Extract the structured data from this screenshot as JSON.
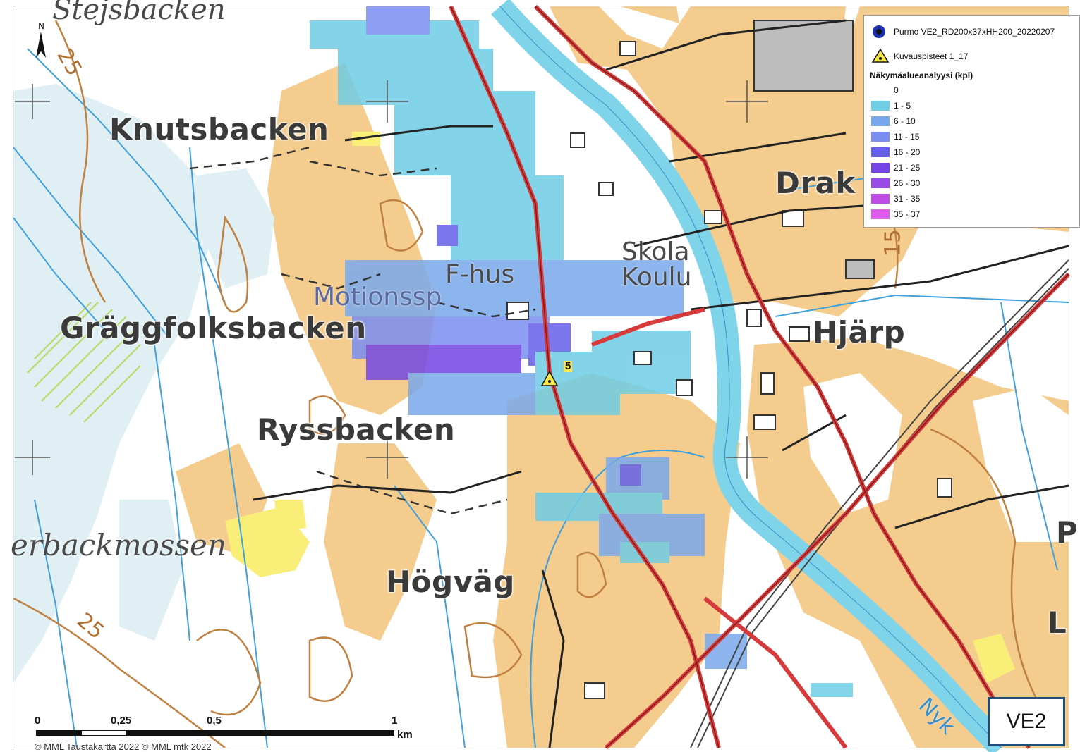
{
  "legend": {
    "project_layer": "Purmo VE2_RD200x37xHH200_20220207",
    "photo_points_layer": "Kuvauspisteet 1_17",
    "analysis_title": "Näkymäalueanalyysi (kpl)",
    "classes": [
      {
        "label": "0",
        "color": "#ffffff"
      },
      {
        "label": "1 - 5",
        "color": "#6fcde6"
      },
      {
        "label": "6 - 10",
        "color": "#79a9ec"
      },
      {
        "label": "11 - 15",
        "color": "#7b8ef0"
      },
      {
        "label": "16 - 20",
        "color": "#6660ea"
      },
      {
        "label": "21 - 25",
        "color": "#7445e4"
      },
      {
        "label": "26 - 30",
        "color": "#9a4ae6"
      },
      {
        "label": "31 - 35",
        "color": "#c04ce8"
      },
      {
        "label": "35 - 37",
        "color": "#de5bee"
      }
    ]
  },
  "place_names": {
    "stejsbacken": "Stejsbacken",
    "knutsbacken": "Knutsbacken",
    "draken": "Drak",
    "skola": "Skola",
    "koulu": "Koulu",
    "fhus": "F-hus",
    "motionsspar": "Motionssp",
    "graggfolksbacken": "Gräggfolksbacken",
    "hjarp": "Hjärp",
    "ryssbacken": "Ryssbacken",
    "erbackmossen": "erbackmossen",
    "hogvag": "Högväg",
    "edge_p": "P",
    "edge_l": "L",
    "nyk": "Nyk"
  },
  "contour_labels": {
    "c1": "25",
    "c2": "25",
    "c3": "15"
  },
  "photo_point": {
    "number": "5"
  },
  "badge": {
    "text": "VE2"
  },
  "scalebar": {
    "ticks": [
      "0",
      "0,25",
      "0,5",
      "1"
    ],
    "unit": "km"
  },
  "copyright": "© MML Taustakartta 2022   © MML mtk 2022",
  "north_label": "N",
  "colors": {
    "field": "#f3cc8e",
    "water": "#7fd4ea",
    "road": "#d63a3a",
    "marsh": "#dfeff3"
  }
}
